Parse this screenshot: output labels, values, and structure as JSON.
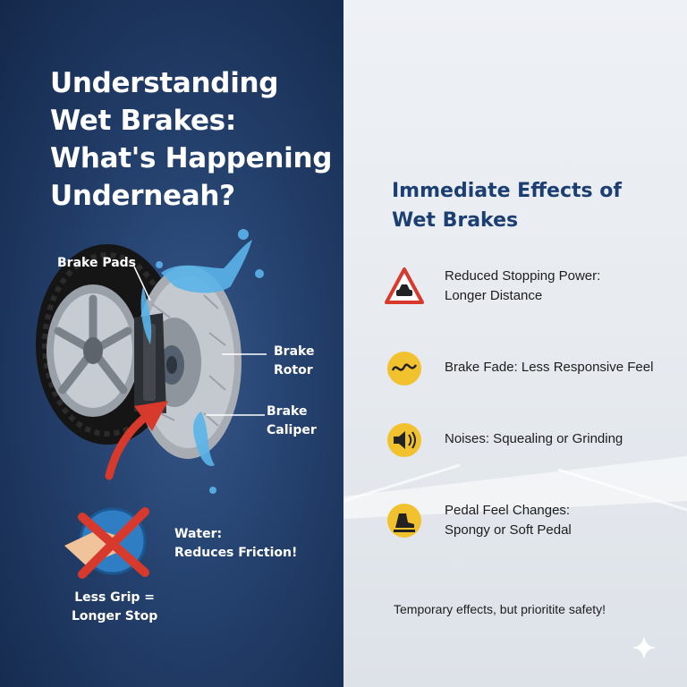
{
  "left": {
    "title_lines": [
      "Understanding",
      "Wet Brakes:",
      "What's Happening",
      "Underneah?"
    ],
    "labels": {
      "brake_pads": "Brake Pads",
      "brake_rotor_l1": "Brake",
      "brake_rotor_l2": "Rotor",
      "brake_caliper_l1": "Brake",
      "brake_caliper_l2": "Caliper",
      "water_l1": "Water:",
      "water_l2": "Reduces Friction!",
      "grip_l1": "Less Grip =",
      "grip_l2": "Longer Stop"
    }
  },
  "right": {
    "title_lines": [
      "Immediate Effects of",
      "Wet Brakes"
    ],
    "effects": [
      {
        "icon": "warning-car-icon",
        "line1": "Reduced Stopping Power:",
        "line2": "Longer Distance"
      },
      {
        "icon": "brake-fade-icon",
        "line1": "Brake Fade: Less Responsive Feel",
        "line2": ""
      },
      {
        "icon": "noise-speaker-icon",
        "line1": "Noises: Squealing or Grinding",
        "line2": ""
      },
      {
        "icon": "pedal-icon",
        "line1": "Pedal Feel Changes:",
        "line2": "Spongy or Soft Pedal"
      }
    ],
    "footer": "Temporary effects, but prioritite safety!"
  },
  "colors": {
    "left_bg": "#233f6b",
    "right_bg": "#e7ebf0",
    "right_title": "#1c3f73",
    "warning_red": "#d73a2c",
    "icon_yellow": "#f2c12e",
    "water_blue": "#5ab4ea"
  }
}
